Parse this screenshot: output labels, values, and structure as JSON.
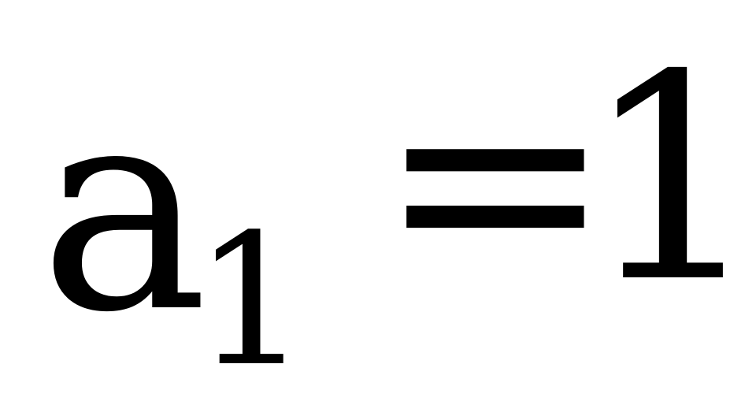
{
  "equation": {
    "base": "a",
    "subscript": "1",
    "operator": "=",
    "value": "1"
  }
}
